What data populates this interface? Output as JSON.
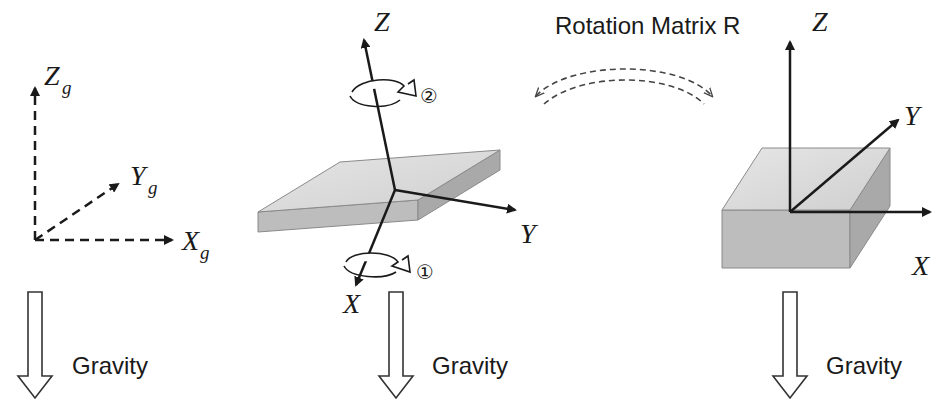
{
  "diagram": {
    "labels": [
      "Z",
      "g",
      "Y",
      "g",
      "X",
      "g",
      "Gravity",
      "Z",
      "Y",
      "X",
      "②",
      "①",
      "Gravity",
      "Rotation Matrix R",
      "Z",
      "Y",
      "X",
      "Gravity"
    ]
  }
}
